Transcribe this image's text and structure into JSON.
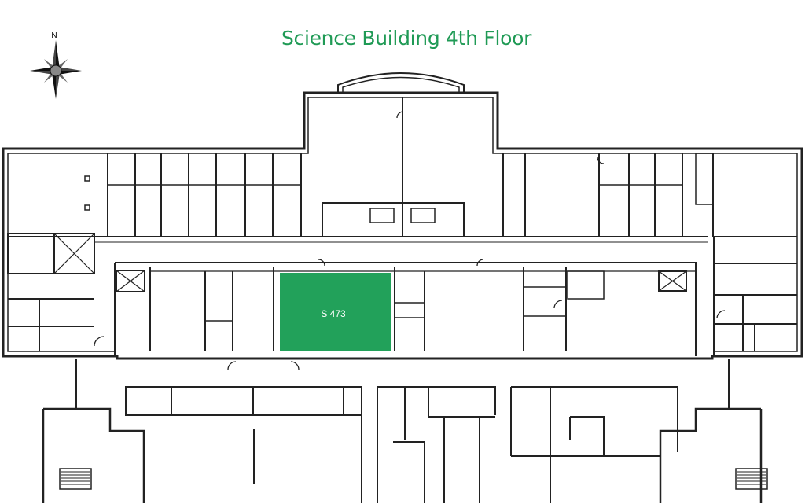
{
  "map": {
    "title": "Science Building 4th Floor",
    "north_label": "N",
    "highlighted_room": {
      "label": "S 473",
      "color": "#22a15a"
    },
    "title_color": "#1f9a55",
    "wall_color": "#222222"
  }
}
